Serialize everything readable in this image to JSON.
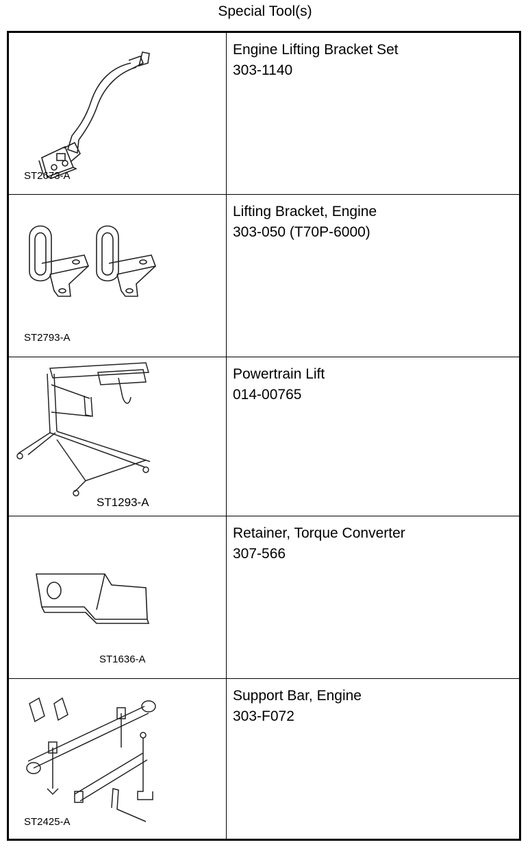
{
  "header": {
    "title": "Special Tool(s)"
  },
  "tools": [
    {
      "name": "Engine Lifting Bracket Set",
      "number": "303-1140",
      "code": "ST2673-A",
      "icon": "lifting-bracket-set-illustration"
    },
    {
      "name": "Lifting Bracket, Engine",
      "number": "303-050 (T70P-6000)",
      "code": "ST2793-A",
      "icon": "lifting-bracket-pair-illustration"
    },
    {
      "name": "Powertrain Lift",
      "number": "014-00765",
      "code": "ST1293-A",
      "icon": "powertrain-lift-illustration"
    },
    {
      "name": "Retainer, Torque Converter",
      "number": "307-566",
      "code": "ST1636-A",
      "icon": "torque-converter-retainer-illustration"
    },
    {
      "name": "Support Bar, Engine",
      "number": "303-F072",
      "code": "ST2425-A",
      "icon": "engine-support-bar-illustration"
    }
  ]
}
